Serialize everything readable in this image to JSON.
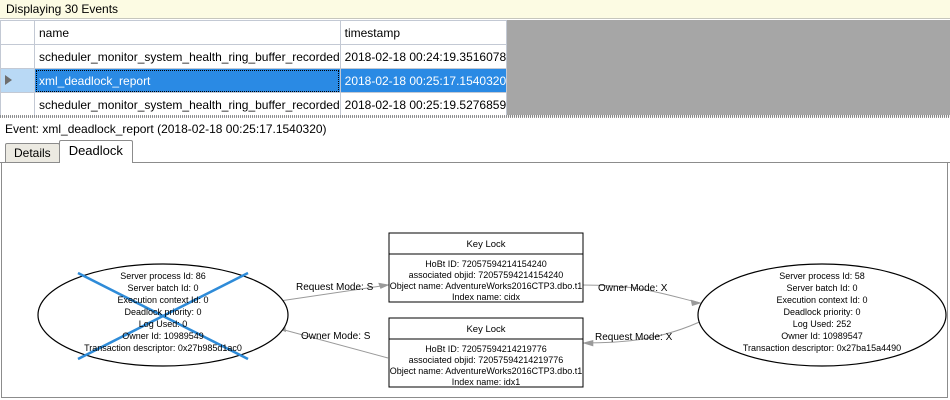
{
  "banner": {
    "text": "Displaying 30 Events"
  },
  "grid": {
    "columns": [
      "",
      "name",
      "timestamp"
    ],
    "rows": [
      {
        "marker": "",
        "name": "scheduler_monitor_system_health_ring_buffer_recorded",
        "timestamp": "2018-02-18 00:24:19.3516078",
        "selected": false
      },
      {
        "marker": "row-marker-arrow",
        "name": "xml_deadlock_report",
        "timestamp": "2018-02-18 00:25:17.1540320",
        "selected": true
      },
      {
        "marker": "",
        "name": "scheduler_monitor_system_health_ring_buffer_recorded",
        "timestamp": "2018-02-18 00:25:19.5276859",
        "selected": false
      }
    ]
  },
  "event_header": {
    "text": "Event: xml_deadlock_report (2018-02-18 00:25:17.1540320)"
  },
  "tabs": [
    {
      "label": "Details",
      "active": false
    },
    {
      "label": "Deadlock",
      "active": true
    }
  ],
  "deadlock": {
    "victim_process": {
      "lines": [
        "Server process Id: 86",
        "Server batch Id: 0",
        "Execution context Id: 0",
        "Deadlock priority: 0",
        "Log Used: 0",
        "Owner Id: 10989549",
        "Transaction descriptor: 0x27b985d1ac0"
      ],
      "is_victim": true,
      "victim_marker_color": "#2e8bd8"
    },
    "winner_process": {
      "lines": [
        "Server process Id: 58",
        "Server batch Id: 0",
        "Execution context Id: 0",
        "Deadlock priority: 0",
        "Log Used: 252",
        "Owner Id: 10989547",
        "Transaction descriptor: 0x27ba15a4490"
      ],
      "is_victim": false
    },
    "resource_top": {
      "title": "Key Lock",
      "lines": [
        "HoBt ID: 72057594214154240",
        "associated objid: 72057594214154240",
        "Object name: AdventureWorks2016CTP3.dbo.t1",
        "Index name: cidx"
      ]
    },
    "resource_bottom": {
      "title": "Key Lock",
      "lines": [
        "HoBt ID: 72057594214219776",
        "associated objid: 72057594214219776",
        "Object name: AdventureWorks2016CTP3.dbo.t1",
        "Index name: idx1"
      ]
    },
    "edges": [
      {
        "id": "victim-request-top",
        "label": "Request Mode: S"
      },
      {
        "id": "winner-owner-top",
        "label": "Owner Mode: X"
      },
      {
        "id": "victim-owner-bottom",
        "label": "Owner Mode: S"
      },
      {
        "id": "winner-request-bottom",
        "label": "Request Mode: X"
      }
    ]
  },
  "colors": {
    "banner_bg": "#fcfbe3",
    "selection_blue": "#2a8ae4",
    "grid_backdrop": "#a6a6a6",
    "victim_cross": "#2e8bd8"
  }
}
